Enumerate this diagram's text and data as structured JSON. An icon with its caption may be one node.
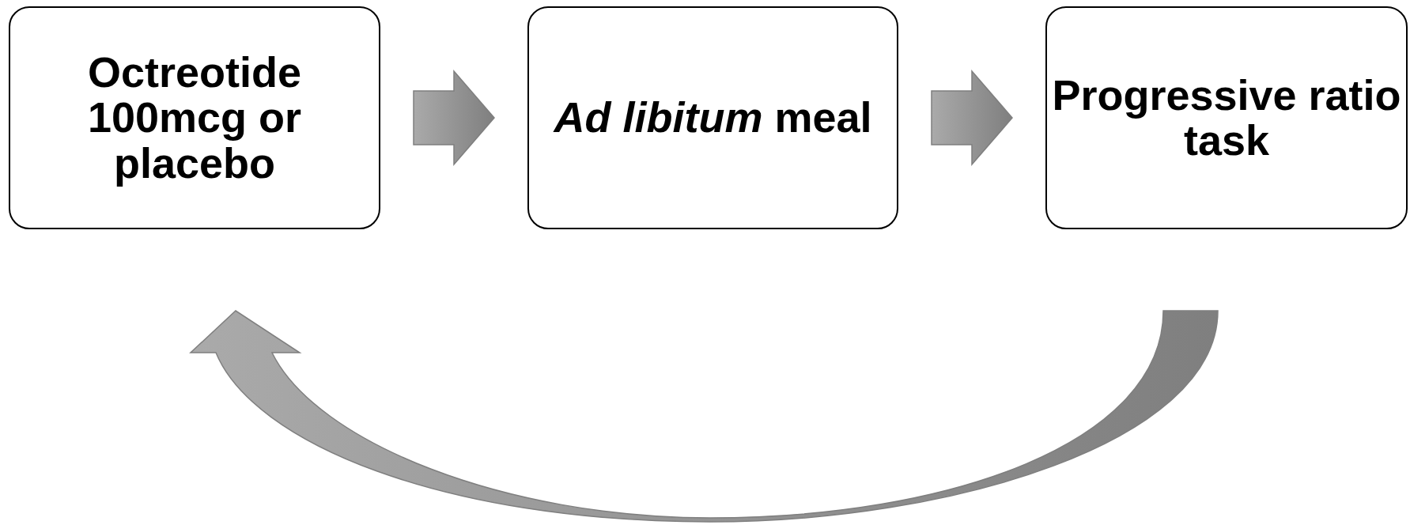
{
  "diagram": {
    "nodes": [
      {
        "text": [
          "Octreotide 100mcg or placebo"
        ]
      },
      {
        "text": [
          "*Ad libitum* meal"
        ]
      },
      {
        "text": [
          "Progressive ratio task"
        ]
      }
    ],
    "edges": [
      {
        "from": 0,
        "to": 1,
        "arrow": "to"
      },
      {
        "from": 1,
        "to": 2,
        "arrow": "to"
      },
      {
        "from": 2,
        "to": 0,
        "arrow": "to"
      }
    ]
  }
}
